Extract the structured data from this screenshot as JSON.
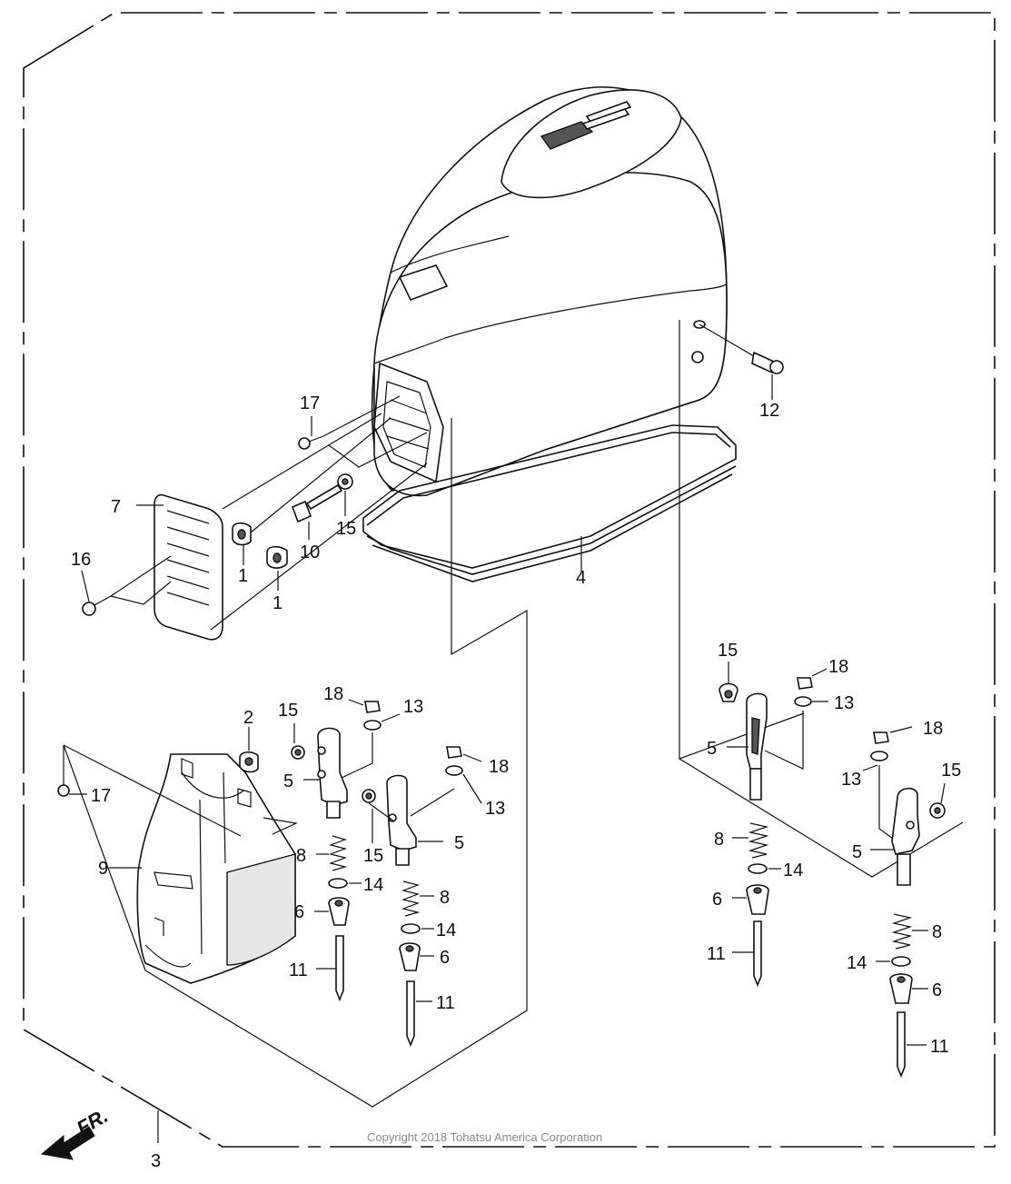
{
  "diagram": {
    "copyright": "Copyright 2018 Tohatsu America Corporation",
    "front_marker": "FR.",
    "callouts": {
      "c1a": "1",
      "c1b": "1",
      "c2": "2",
      "c3": "3",
      "c4": "4",
      "c5a": "5",
      "c5b": "5",
      "c5c": "5",
      "c5d": "5",
      "c6a": "6",
      "c6b": "6",
      "c6c": "6",
      "c6d": "6",
      "c7": "7",
      "c8a": "8",
      "c8b": "8",
      "c8c": "8",
      "c8d": "8",
      "c9": "9",
      "c10": "10",
      "c11a": "11",
      "c11b": "11",
      "c11c": "11",
      "c11d": "11",
      "c12": "12",
      "c13a": "13",
      "c13b": "13",
      "c13c": "13",
      "c13d": "13",
      "c14a": "14",
      "c14b": "14",
      "c14c": "14",
      "c14d": "14",
      "c15a": "15",
      "c15b": "15",
      "c15c": "15",
      "c15d": "15",
      "c15e": "15",
      "c16": "16",
      "c17a": "17",
      "c17b": "17",
      "c18a": "18",
      "c18b": "18",
      "c18c": "18",
      "c18d": "18"
    }
  }
}
